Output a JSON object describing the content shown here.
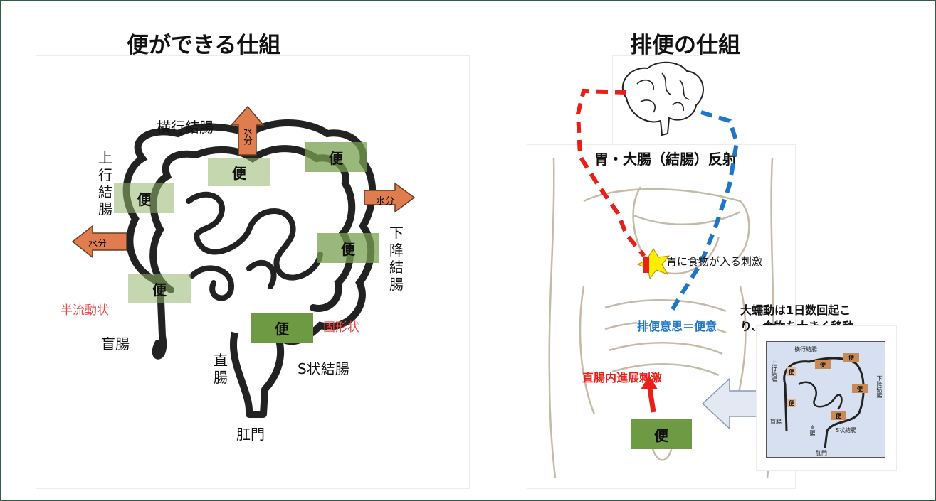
{
  "left": {
    "title": "便ができる仕組",
    "labels": {
      "transverse": "横行結腸",
      "ascending": "上行結腸",
      "descending": "下降結腸",
      "cecum": "盲腸",
      "rectum": "直腸",
      "sigmoid": "S状結腸",
      "anus": "肛門",
      "semi_fluid": "半流動状",
      "solid": "固形状"
    },
    "water_label": "水分",
    "stool_label": "便"
  },
  "right": {
    "title": "排便の仕組",
    "reflex": "胃・大腸（結腸）反射",
    "stomach_stimulus": "胃に食物が入る刺激",
    "mass_movement_line1": "大蠕動は1日数回起こ",
    "mass_movement_line2": "り、食物を大きく移動",
    "urge": "排便意思＝便意",
    "rectal_stimulus": "直腸内進展刺激",
    "stool_label": "便",
    "inset": {
      "transverse": "横行結腸",
      "ascending": "上行結腸",
      "descending": "下降結腸",
      "cecum": "盲腸",
      "rectum": "直腸",
      "sigmoid": "S状結腸",
      "anus": "肛門"
    }
  },
  "colors": {
    "border": "#2f5d46",
    "stool_green": "#6d9a42",
    "arrow_orange": "#e07d4f",
    "red_path": "#e8201a",
    "blue_path": "#1f76c8",
    "red_label": "#e84a4a"
  }
}
